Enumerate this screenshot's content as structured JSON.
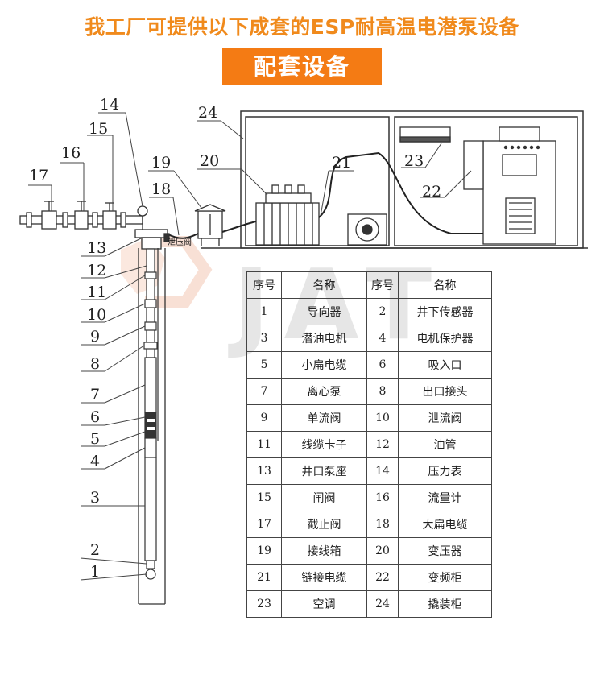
{
  "headline": "我工厂可提供以下成套的ESP耐高温电潜泵设备",
  "banner": "配套设备",
  "valve_tag": "泄压阀",
  "watermark": "JAT",
  "legend": {
    "headers": [
      "序号",
      "名称",
      "序号",
      "名称"
    ],
    "rows": [
      [
        "1",
        "导向器",
        "2",
        "井下传感器"
      ],
      [
        "3",
        "潜油电机",
        "4",
        "电机保护器"
      ],
      [
        "5",
        "小扁电缆",
        "6",
        "吸入口"
      ],
      [
        "7",
        "离心泵",
        "8",
        "出口接头"
      ],
      [
        "9",
        "单流阀",
        "10",
        "泄流阀"
      ],
      [
        "11",
        "线缆卡子",
        "12",
        "油管"
      ],
      [
        "13",
        "井口泵座",
        "14",
        "压力表"
      ],
      [
        "15",
        "闸阀",
        "16",
        "流量计"
      ],
      [
        "17",
        "截止阀",
        "18",
        "大扁电缆"
      ],
      [
        "19",
        "接线箱",
        "20",
        "变压器"
      ],
      [
        "21",
        "链接电缆",
        "22",
        "变频柜"
      ],
      [
        "23",
        "空调",
        "24",
        "撬装柜"
      ]
    ]
  },
  "callouts": [
    "1",
    "2",
    "3",
    "4",
    "5",
    "6",
    "7",
    "8",
    "9",
    "10",
    "11",
    "12",
    "13",
    "14",
    "15",
    "16",
    "17",
    "18",
    "19",
    "20",
    "21",
    "22",
    "23",
    "24"
  ],
  "colors": {
    "headline": "#f08a1c",
    "banner_bg": "#f47b14",
    "banner_text": "#ffffff",
    "line": "#333333",
    "watermark": "#e8e8e8"
  }
}
